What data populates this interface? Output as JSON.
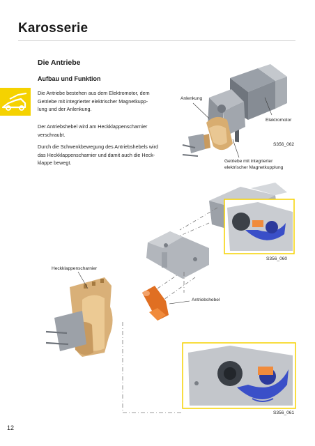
{
  "header": {
    "title": "Karosserie"
  },
  "page_number": "12",
  "section": {
    "title": "Die Antriebe",
    "subtitle": "Aufbau und Funktion"
  },
  "paragraphs": [
    "Die Antriebe bestehen aus dem Elektromotor, dem Getriebe mit integrierter elektrischer Magnetkupplung und der Anlenkung.",
    "Der Antriebshebel wird am Heckklappenscharnier verschraubt.",
    "Durch die Schwenkbewegung des Antriebshebels wird das Heckklappenscharnier und damit auch die Heckklappe bewegt."
  ],
  "paragraph_lines": [
    [
      "Die Antriebe bestehen aus dem Elektromotor, dem",
      "Getriebe mit integrierter elektrischer Magnetkupp-",
      "lung und der Anlenkung."
    ],
    [
      "Der Antriebshebel wird am Heckklappenscharnier",
      "verschraubt."
    ],
    [
      "Durch die Schwenkbewegung des Antriebshebels wird",
      "das Heckklappenscharnier und damit auch die Heck-",
      "klappe bewegt."
    ]
  ],
  "figure_top": {
    "labels": {
      "anlenkung": "Anlenkung",
      "elektromotor": "Elektromotor",
      "getriebe_line1": "Getriebe mit integrierter",
      "getriebe_line2": "elektrischer Magnetkupplung"
    },
    "figure_id": "S356_062"
  },
  "figure_mid": {
    "figure_id": "S356_060"
  },
  "figure_bottom": {
    "labels": {
      "heckklappenscharnier": "Heckklappenscharnier",
      "antriebshebel": "Antriebshebel"
    },
    "figure_id": "S356_061"
  },
  "colors": {
    "accent": "#f5d200",
    "hinge": "#d9b078",
    "lever": "#e8742a",
    "gear_blue": "#3a4fc8",
    "body_gray": "#b8bcc2"
  }
}
